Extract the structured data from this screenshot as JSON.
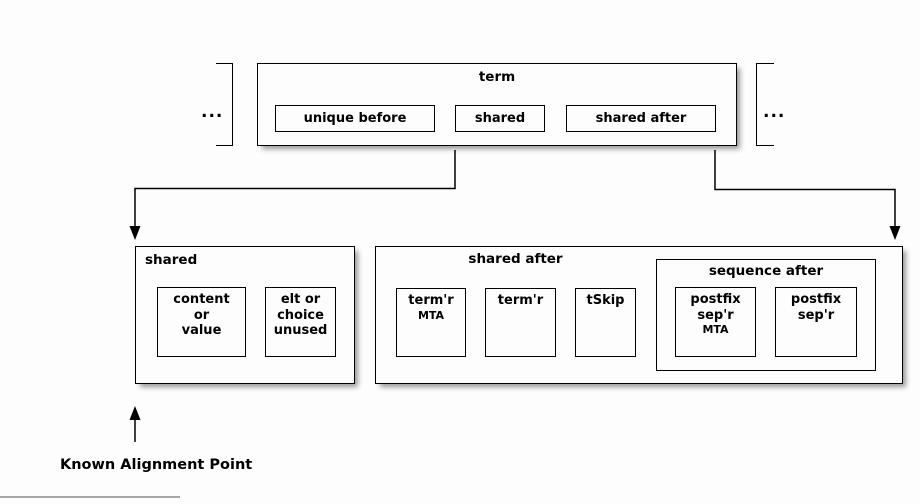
{
  "diagram": {
    "ellipsis_left": "...",
    "ellipsis_right": "...",
    "term": {
      "title": "term",
      "items": [
        {
          "label": "unique before"
        },
        {
          "label": "shared"
        },
        {
          "label": "shared after"
        }
      ]
    },
    "shared": {
      "title": "shared",
      "items": [
        {
          "line1": "content",
          "line2": "or",
          "line3": "value"
        },
        {
          "line1": "elt or",
          "line2": "choice",
          "line3": "unused"
        }
      ]
    },
    "shared_after": {
      "title": "shared after",
      "items": [
        {
          "line1": "term'r",
          "badge": "MTA"
        },
        {
          "line1": "term'r"
        },
        {
          "line1": "tSkip"
        }
      ],
      "sequence_after": {
        "title": "sequence after",
        "items": [
          {
            "line1": "postfix",
            "line2": "sep'r",
            "badge": "MTA"
          },
          {
            "line1": "postfix",
            "line2": "sep'r"
          }
        ]
      }
    },
    "annotation": "Known Alignment Point",
    "colors": {
      "line": "#000000",
      "background": "#fdfdfd",
      "shadow": "#b5b5b5"
    }
  }
}
